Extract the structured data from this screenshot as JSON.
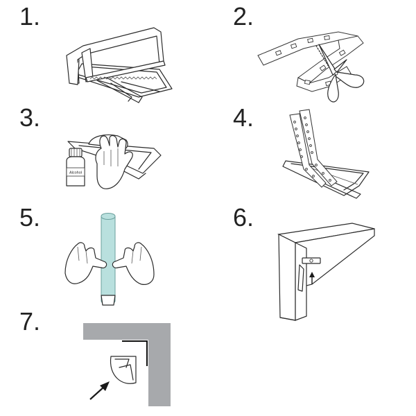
{
  "steps": [
    {
      "number": "1.",
      "icon": "hacksaw-cutting-profile"
    },
    {
      "number": "2.",
      "icon": "scissors-cutting-led-strip"
    },
    {
      "number": "3.",
      "icon": "cleaning-profile-with-alcohol"
    },
    {
      "number": "4.",
      "icon": "inserting-led-strip"
    },
    {
      "number": "5.",
      "icon": "pressing-diffuser-cover"
    },
    {
      "number": "6.",
      "icon": "mounting-clip-under-shelf"
    },
    {
      "number": "7.",
      "icon": "corner-profile-detail"
    }
  ],
  "bottle_label": "Alcohol",
  "colors": {
    "line": "#2a2a2a",
    "diffuser": "#b9e0de",
    "wall": "#a7a9ac",
    "arrow": "#1a1a1a"
  }
}
